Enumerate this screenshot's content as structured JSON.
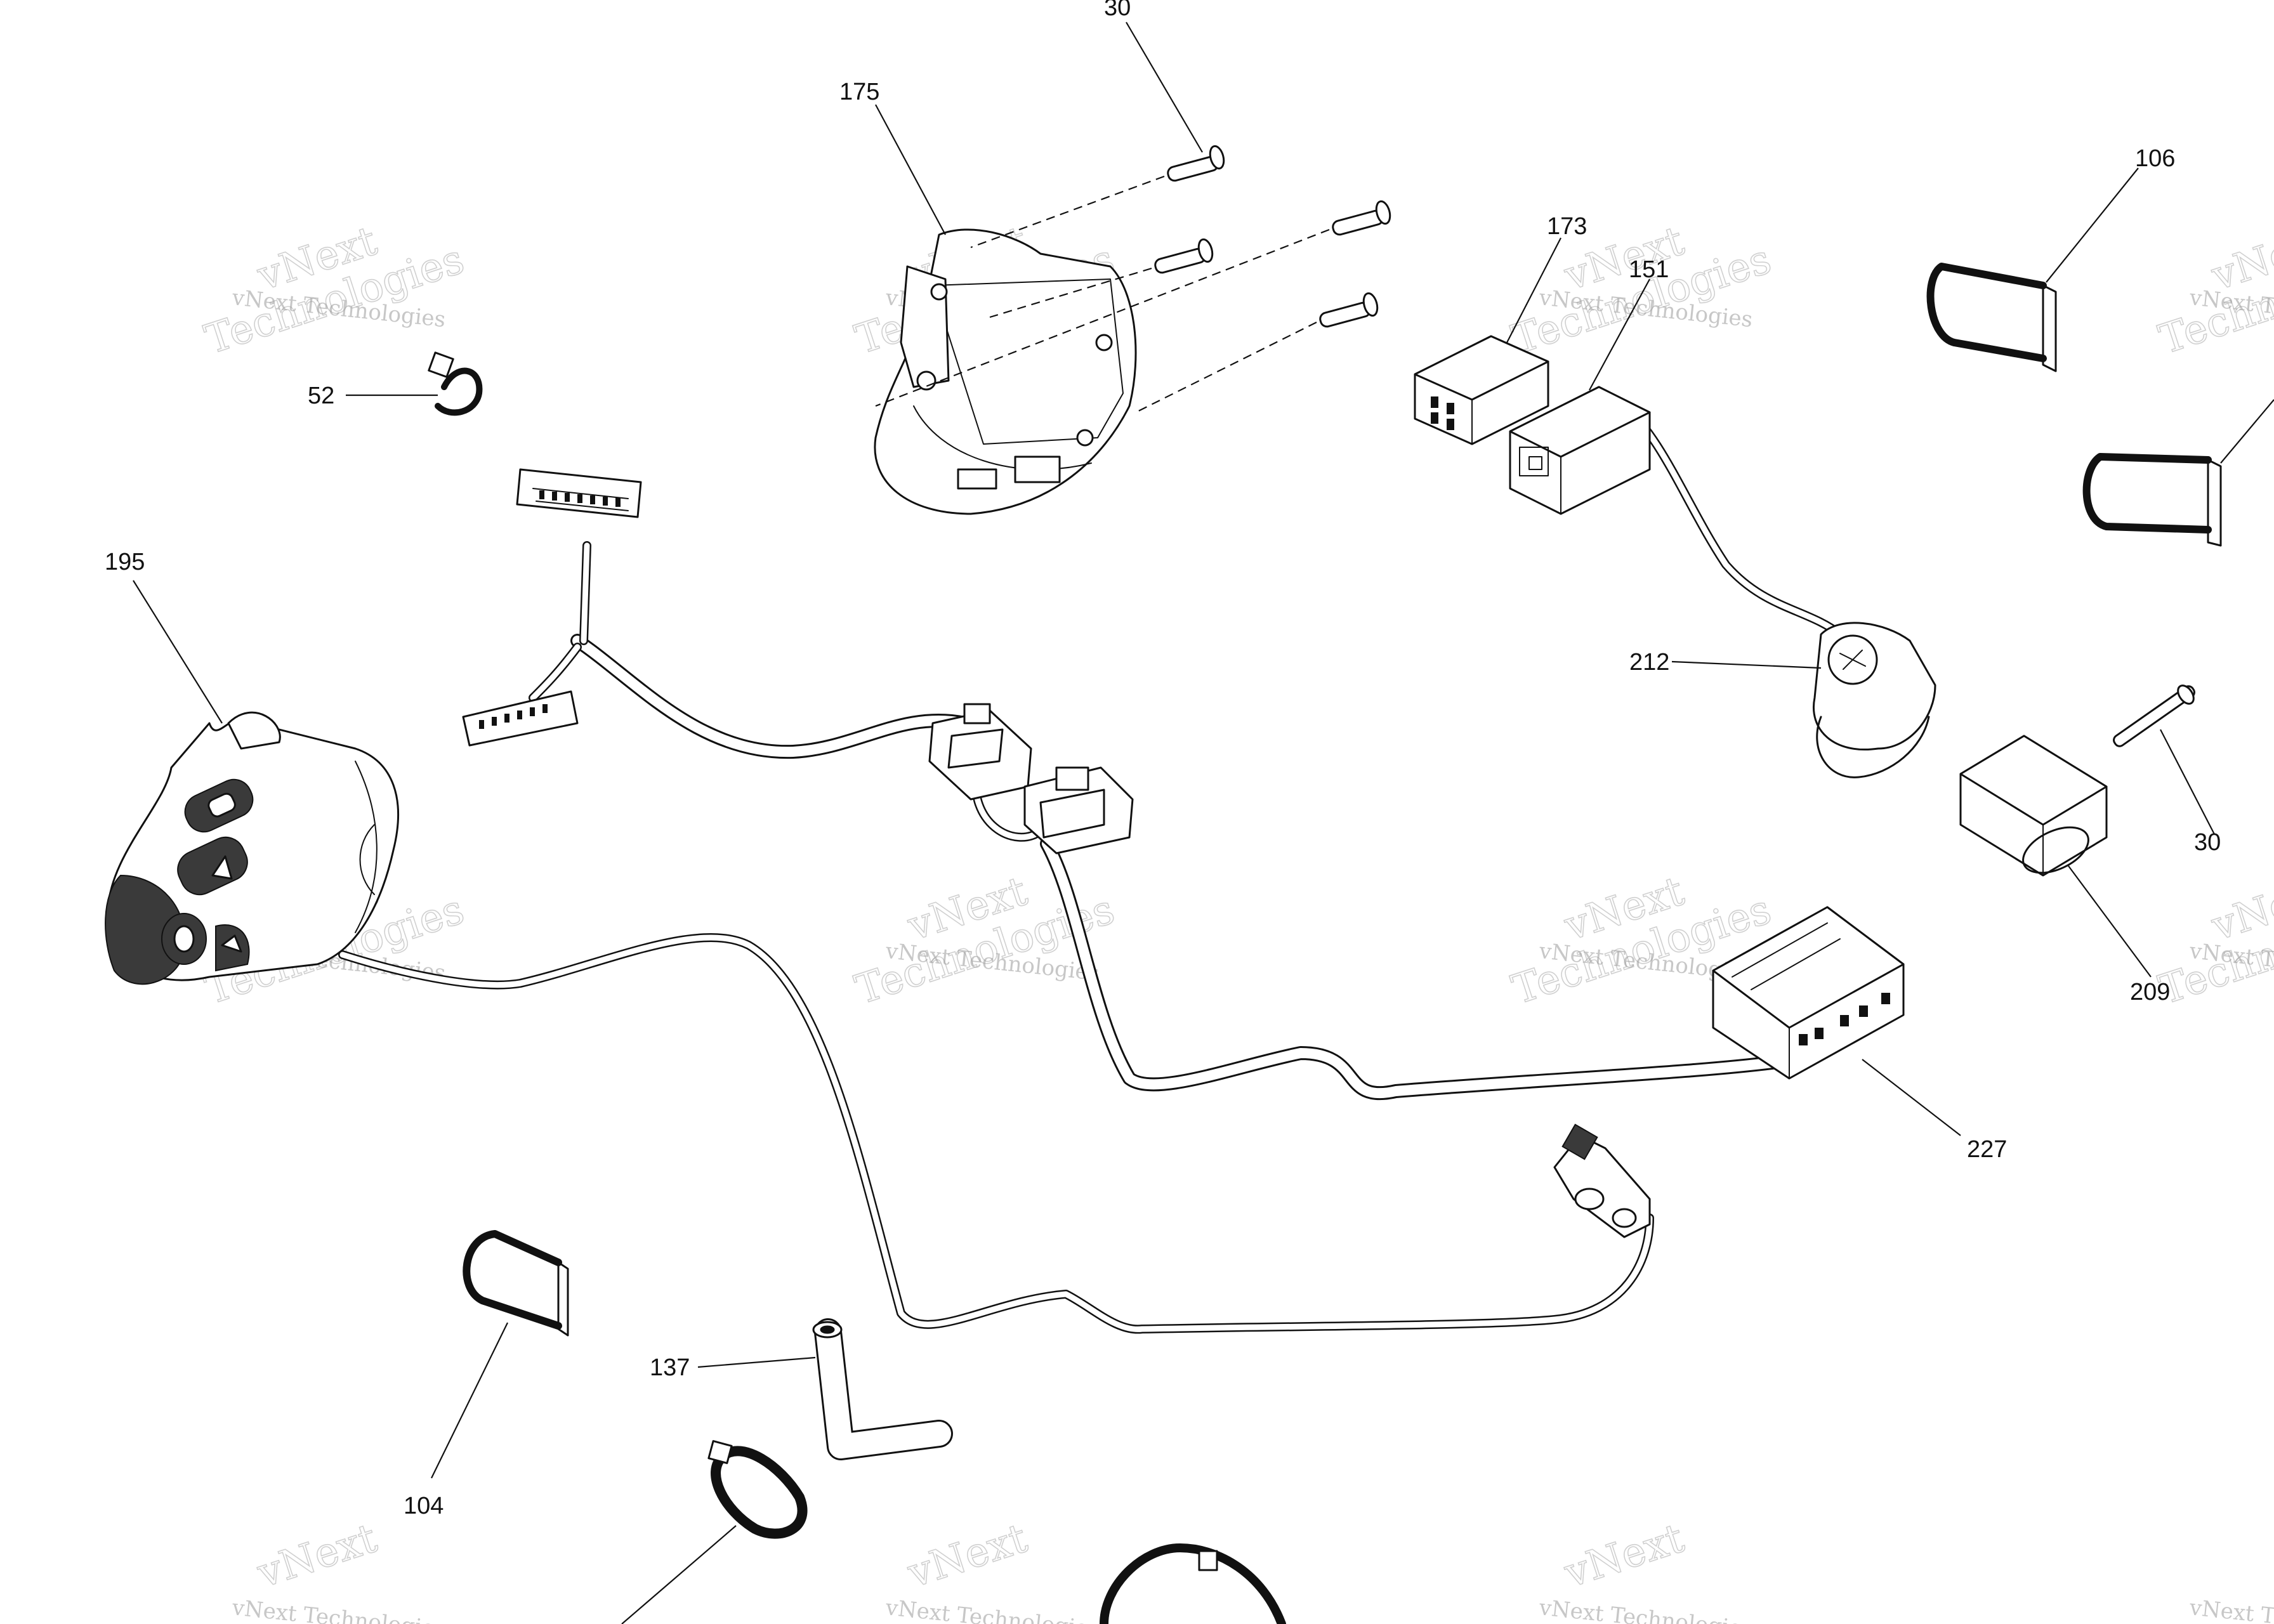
{
  "watermark": {
    "line1": "vNext Technologies",
    "line2a": "vNext",
    "line2b": "Technologies"
  },
  "callouts": [
    {
      "id": "c30a",
      "text": "30"
    },
    {
      "id": "c175",
      "text": "175"
    },
    {
      "id": "c106",
      "text": "106"
    },
    {
      "id": "c173",
      "text": "173"
    },
    {
      "id": "c151",
      "text": "151"
    },
    {
      "id": "c52",
      "text": "52"
    },
    {
      "id": "c195",
      "text": "195"
    },
    {
      "id": "c212",
      "text": "212"
    },
    {
      "id": "c30b",
      "text": "30"
    },
    {
      "id": "c209",
      "text": "209"
    },
    {
      "id": "c227",
      "text": "227"
    },
    {
      "id": "c137",
      "text": "137"
    },
    {
      "id": "c104",
      "text": "104"
    }
  ]
}
